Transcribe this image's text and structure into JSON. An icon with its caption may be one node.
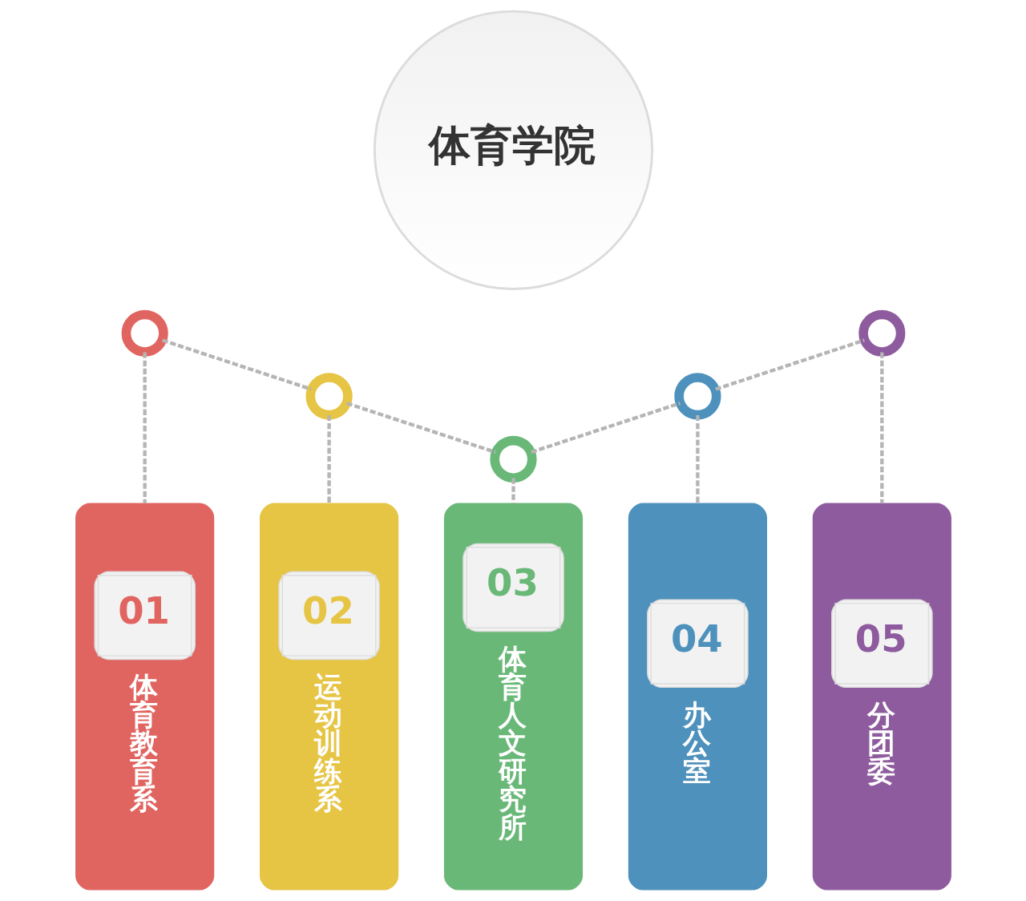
{
  "diagram": {
    "nodes": [
      {
        "text": [
          "体育学院"
        ]
      },
      {
        "text": [],
        "shape": "circle"
      },
      {
        "text": [],
        "shape": "circle"
      },
      {
        "text": [],
        "shape": "circle"
      },
      {
        "text": [],
        "shape": "circle"
      },
      {
        "text": [],
        "shape": "circle"
      },
      {
        "text": [
          "01",
          "体育教育系"
        ]
      },
      {
        "text": [
          "02",
          "运动训练系"
        ]
      },
      {
        "text": [
          "03",
          "体育人文研究所"
        ]
      },
      {
        "text": [
          "04",
          "办公室"
        ]
      },
      {
        "text": [
          "05",
          "分团委"
        ]
      }
    ],
    "edges": [
      {
        "from": 1,
        "to": 2,
        "arrow": "none",
        "style": "dashed"
      },
      {
        "from": 2,
        "to": 3,
        "arrow": "none",
        "style": "dashed"
      },
      {
        "from": 3,
        "to": 4,
        "arrow": "none",
        "style": "dashed"
      },
      {
        "from": 4,
        "to": 5,
        "arrow": "none",
        "style": "dashed"
      },
      {
        "from": 1,
        "to": 6,
        "arrow": "none",
        "style": "dashed"
      },
      {
        "from": 2,
        "to": 7,
        "arrow": "none",
        "style": "dashed"
      },
      {
        "from": 3,
        "to": 8,
        "arrow": "none",
        "style": "dashed"
      },
      {
        "from": 4,
        "to": 9,
        "arrow": "none",
        "style": "dashed"
      },
      {
        "from": 5,
        "to": 10,
        "arrow": "none",
        "style": "dashed"
      }
    ]
  }
}
